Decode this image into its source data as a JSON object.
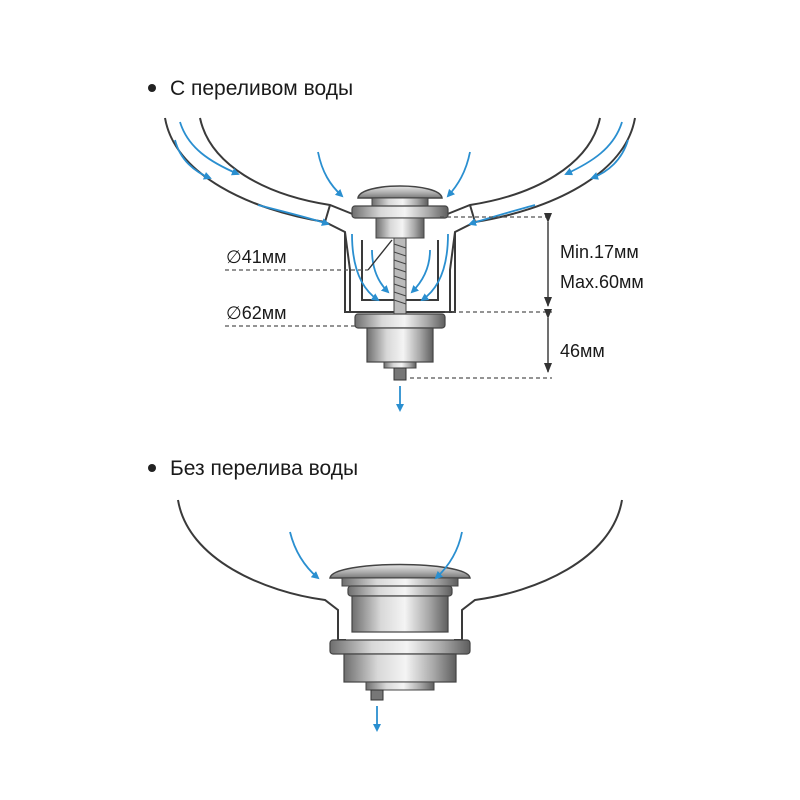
{
  "sections": [
    {
      "heading": "С переливом воды"
    },
    {
      "heading": "Без перелива воды"
    }
  ],
  "dimensions": {
    "inner_diameter": "41мм",
    "outer_diameter": "62мм",
    "range_min": "Min.17мм",
    "range_max": "Max.60мм",
    "body_height": "46мм"
  },
  "symbols": {
    "diameter": "∅"
  },
  "colors": {
    "water_flow": "#2a8fd0",
    "outline": "#3a3a3a",
    "metal": "#9a9a9a"
  }
}
